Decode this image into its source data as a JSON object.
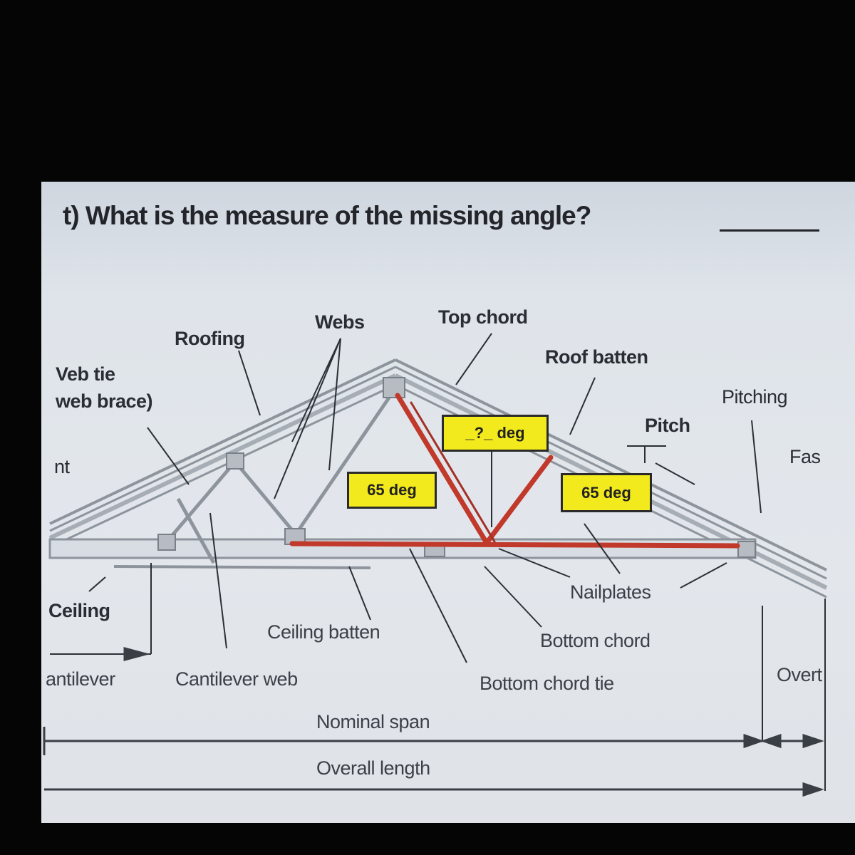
{
  "question": {
    "text": "t) What is the measure of the missing angle?"
  },
  "angles": {
    "top": "_?_ deg",
    "left": "65 deg",
    "right": "65 deg"
  },
  "labels": {
    "webs": "Webs",
    "top_chord": "Top chord",
    "roofing": "Roofing",
    "roof_batten": "Roof batten",
    "web_tie": "Veb tie",
    "web_brace": "web brace)",
    "pitching": "Pitching",
    "pitch": "Pitch",
    "fascia": "Fas",
    "nt": "nt",
    "ceiling": "Ceiling",
    "ceiling_batten": "Ceiling batten",
    "nailplates": "Nailplates",
    "bottom_chord": "Bottom chord",
    "cantilever": "antilever",
    "cantilever_web": "Cantilever web",
    "bottom_chord_tie": "Bottom chord tie",
    "overhang": "Overt",
    "nominal_span": "Nominal span",
    "overall_length": "Overall length"
  },
  "colors": {
    "highlight": "#c0392b",
    "angle_box": "#f3ea1d",
    "truss": "#8d949c",
    "background": "#e0e4e9"
  }
}
